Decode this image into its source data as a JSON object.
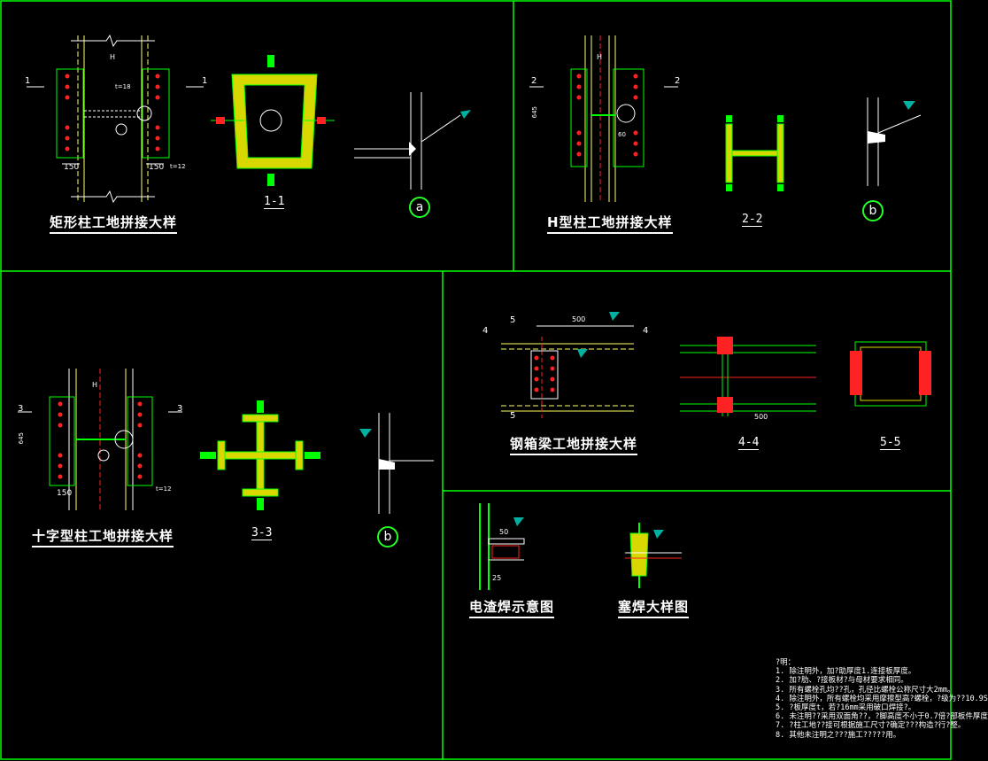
{
  "colors": {
    "background": "#000000",
    "frame": "#00ff00",
    "steel_fill": "#d8d800",
    "column_line": "#ffff66",
    "bolt": "#ff2222",
    "dim_text": "#ffffff",
    "cyan_line": "#00ffff",
    "flag": "#00b0a0"
  },
  "titles": {
    "rect_column": "矩形柱工地拼接大样",
    "h_column": "H型柱工地拼接大样",
    "cross_column": "十字型柱工地拼接大样",
    "box_beam": "钢箱梁工地拼接大样",
    "electroslag": "电渣焊示意图",
    "plug_weld": "塞焊大样图"
  },
  "sections": {
    "s11": "1-1",
    "s22": "2-2",
    "s33": "3-3",
    "s44": "4-4",
    "s55": "5-5"
  },
  "detail_markers": {
    "a": "a",
    "b1": "b",
    "b2": "b"
  },
  "labels": {
    "cut1": "1",
    "cut2": "2",
    "cut3": "3",
    "cut4": "4",
    "cut5": "5",
    "dim_150": "150",
    "dim_500": "500",
    "dim_H": "H",
    "dim_645": "645",
    "dim_50": "50",
    "dim_60": "60",
    "dim_25": "25",
    "t12": "t=12",
    "t18": "t=18"
  },
  "notes": {
    "header": "?明：",
    "lines": [
      "1. 除注明外，加?助厚度1.连接板厚度。",
      "2. 加?肋、?接板材?与母材要求相同。",
      "3. 所有螺栓孔均??孔，孔径比螺栓公称尺寸大2mm。",
      "4. 除注明外，所有螺栓均采用摩擦型高?螺栓，?级为??10.9S",
      "5. ?板厚度t，若?16mm采用破口焊接?。",
      "6. 未注明??采用双面角??，?脚高度不小于0.7倍?部板件厚度",
      "7. ?柱工地??接可根据施工尺寸?确定???构造?行?整。",
      "8. 其他未注明之???施工?????用。"
    ]
  }
}
